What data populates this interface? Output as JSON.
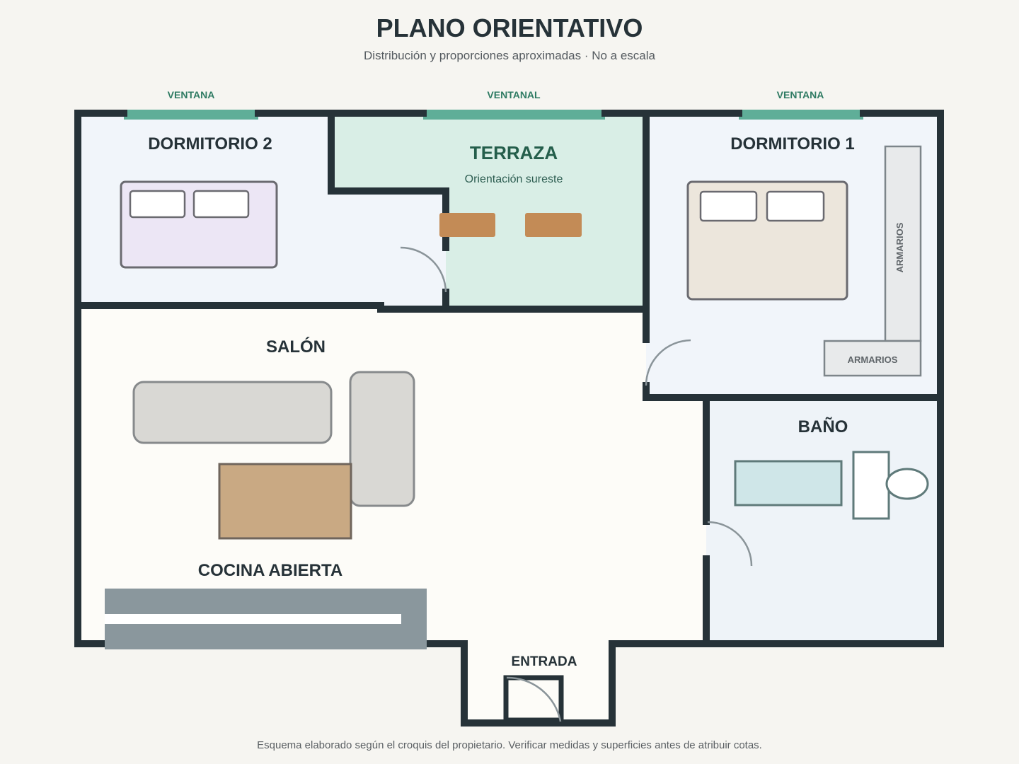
{
  "header": {
    "title": "PLANO ORIENTATIVO",
    "subtitle": "Distribución y proporciones aproximadas · No a escala"
  },
  "windows": {
    "left": "VENTANA",
    "center": "VENTANAL",
    "right": "VENTANA"
  },
  "rooms": {
    "dormitorio2": "DORMITORIO 2",
    "terraza": "TERRAZA",
    "terraza_note": "Orientación sureste",
    "dormitorio1": "DORMITORIO 1",
    "salon": "SALÓN",
    "cocina": "COCINA ABIERTA",
    "bano": "BAÑO",
    "entrada": "ENTRADA"
  },
  "furniture": {
    "armarios_vertical": "ARMARIOS",
    "armarios_horizontal": "ARMARIOS"
  },
  "footer": {
    "note": "Esquema elaborado según el croquis del propietario. Verificar medidas y superficies antes de atribuir cotas."
  },
  "colors": {
    "wall": "#263238",
    "window": "#5fae98",
    "terraza_fill": "#d9eee6",
    "bedroom_fill": "#f1f5fa",
    "salon_fill": "#fdfcf8",
    "bano_fill": "#eef3f8",
    "bed2": "#ece6f5",
    "bed1": "#ece6dc",
    "sofa": "#d9d8d4",
    "table": "#c9a983",
    "terrace_furniture": "#c38b56",
    "kitchen": "#8a979d",
    "bathtub": "#cfe6e8"
  }
}
